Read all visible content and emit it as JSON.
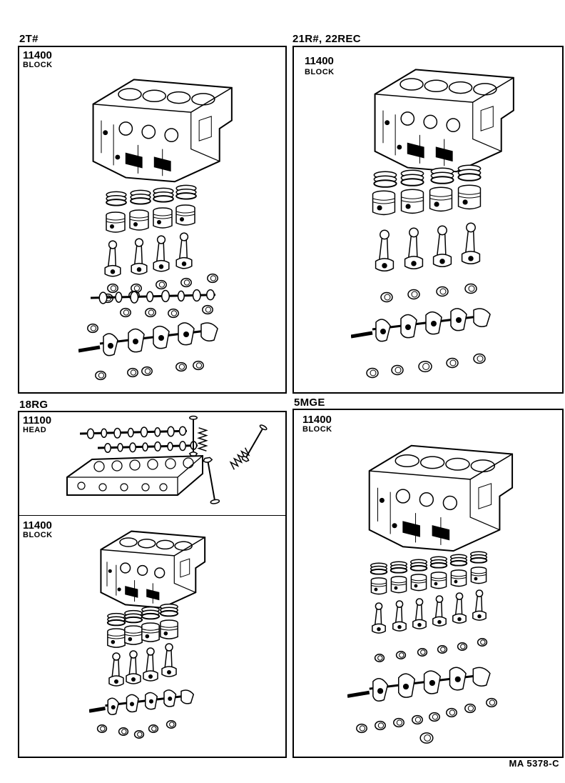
{
  "engines": {
    "e2t": {
      "label": "2T#",
      "part_number": "11400",
      "part_name": "BLOCK"
    },
    "e21r": {
      "label": "21R#, 22REC",
      "part_number": "11400",
      "part_name": "BLOCK"
    },
    "e18rg": {
      "label": "18RG",
      "head": {
        "part_number": "11100",
        "part_name": "HEAD"
      },
      "block": {
        "part_number": "11400",
        "part_name": "BLOCK"
      }
    },
    "e5mge": {
      "label": "5MGE",
      "part_number": "11400",
      "part_name": "BLOCK"
    }
  },
  "footer": {
    "code": "MA  5378-C"
  },
  "icons": [
    "engine-block-icon",
    "piston-ring-icon",
    "piston-icon",
    "connecting-rod-icon",
    "bearing-icon",
    "camshaft-icon",
    "crankshaft-icon",
    "cylinder-head-icon",
    "valve-icon",
    "valve-spring-icon"
  ]
}
